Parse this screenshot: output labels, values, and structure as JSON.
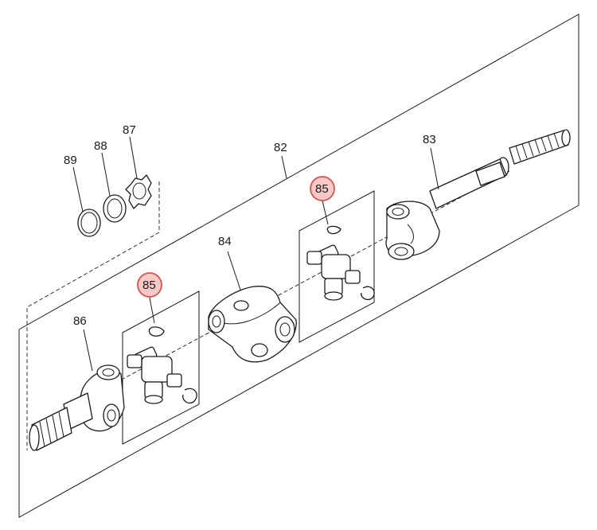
{
  "callouts": {
    "c82": "82",
    "c83": "83",
    "c84": "84",
    "c85a": "85",
    "c85b": "85",
    "c86": "86",
    "c87": "87",
    "c88": "88",
    "c89": "89"
  },
  "highlight_color": "#d9534f",
  "highlight_fill": "#f6c9c7"
}
